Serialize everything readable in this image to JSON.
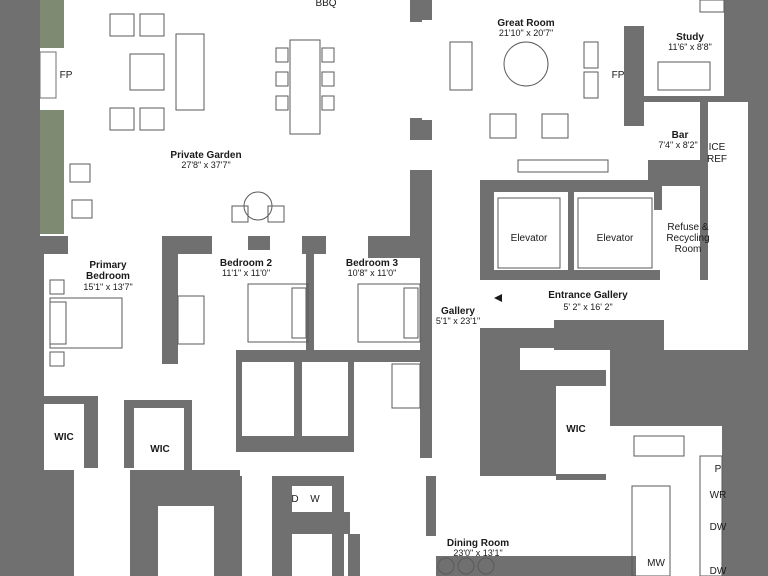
{
  "rooms": {
    "bbq": {
      "name": "BBQ"
    },
    "great_room": {
      "name": "Great Room",
      "dims": "21'10\" x 20'7\""
    },
    "study": {
      "name": "Study",
      "dims": "11'6\" x 8'8\""
    },
    "bar": {
      "name": "Bar",
      "dims": "7'4\" x 8'2\""
    },
    "private_garden": {
      "name": "Private Garden",
      "dims": "27'8\" x 37'7\""
    },
    "elevator_1": {
      "name": "Elevator"
    },
    "elevator_2": {
      "name": "Elevator"
    },
    "refuse": {
      "name_line1": "Refuse &",
      "name_line2": "Recycling",
      "name_line3": "Room"
    },
    "primary_bedroom": {
      "name_line1": "Primary",
      "name_line2": "Bedroom",
      "dims": "15'1\" x 13'7\""
    },
    "bedroom_2": {
      "name": "Bedroom 2",
      "dims": "11'1\" x 11'0\""
    },
    "bedroom_3": {
      "name": "Bedroom 3",
      "dims": "10'8\" x 11'0\""
    },
    "gallery": {
      "name": "Gallery",
      "dims": "5'1\" x 23'1\""
    },
    "entrance_gallery": {
      "name": "Entrance Gallery",
      "dims": "5' 2\" x 16' 2\""
    },
    "wic_primary": {
      "name": "WIC"
    },
    "wic_2": {
      "name": "WIC"
    },
    "wic_3": {
      "name": "WIC"
    },
    "dining_room": {
      "name": "Dining Room",
      "dims": "23'0\" x 13'1\""
    }
  },
  "fixtures": {
    "fp_garden": "FP",
    "fp_great": "FP",
    "ice": "ICE",
    "ref": "REF",
    "d": "D",
    "w": "W",
    "p": "P",
    "wr": "WR",
    "dw1": "DW",
    "dw2": "DW",
    "mw": "MW"
  },
  "colors": {
    "wall": "#707070",
    "floor": "#ffffff",
    "planting": "#7f8a72"
  }
}
